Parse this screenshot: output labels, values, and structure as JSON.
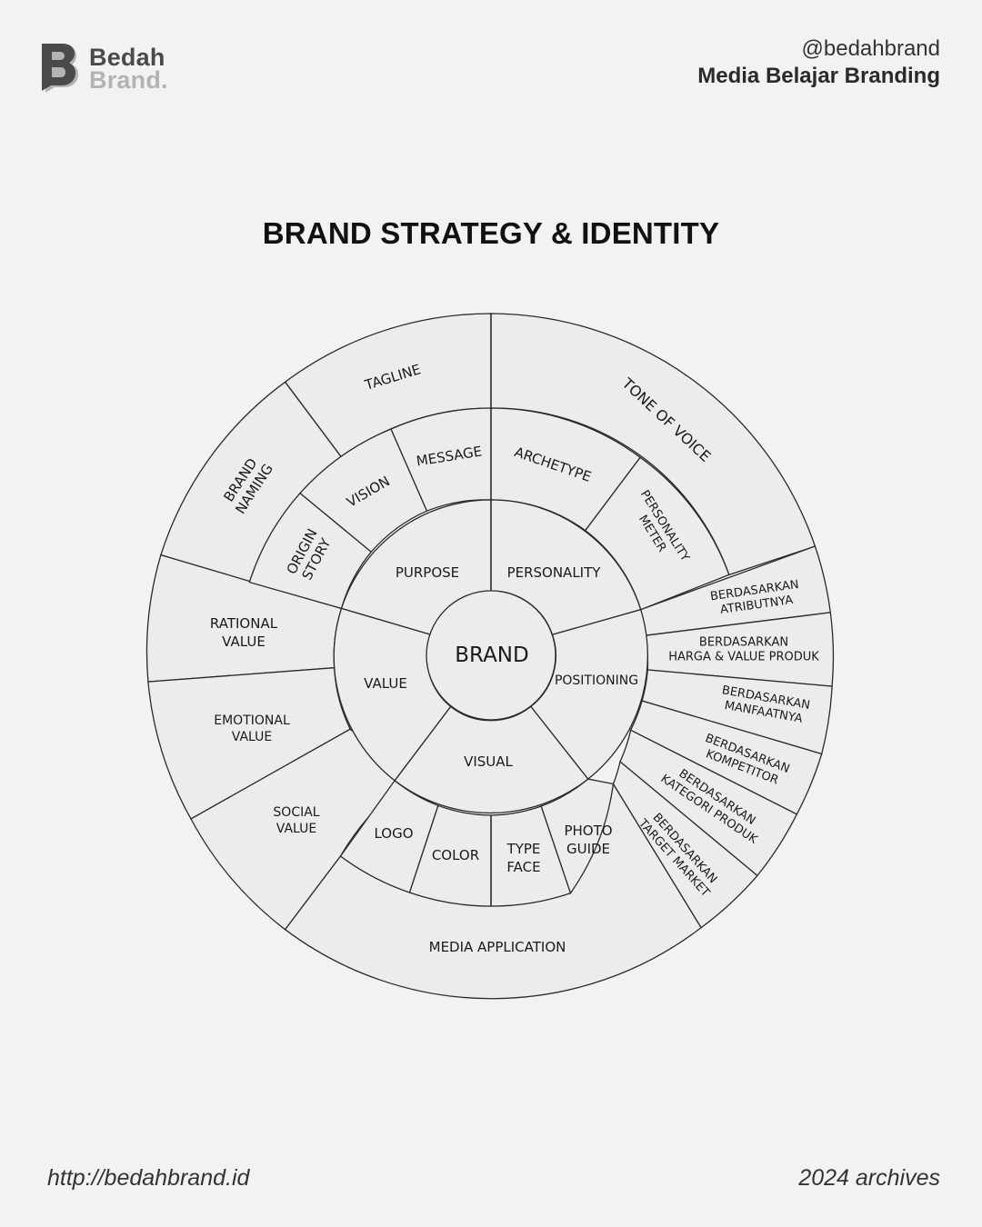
{
  "brand": {
    "name_top": "Bedah",
    "name_bottom": "Brand."
  },
  "header": {
    "handle": "@bedahbrand",
    "tagline": "Media Belajar Branding"
  },
  "title": "BRAND STRATEGY & IDENTITY",
  "diagram": {
    "center": "BRAND",
    "inner": {
      "purpose": "PURPOSE",
      "personality": "PERSONALITY",
      "positioning": "POSITIONING",
      "visual": "VISUAL",
      "value": "VALUE"
    },
    "middle": {
      "origin_story": [
        "ORIGIN",
        "STORY"
      ],
      "vision": "VISION",
      "message": "MESSAGE",
      "archetype": "ARCHETYPE",
      "personality_meter": [
        "PERSONALITY",
        "METER"
      ],
      "photo_guide": [
        "PHOTO",
        "GUIDE"
      ],
      "type_face": [
        "TYPE",
        "FACE"
      ],
      "color": "COLOR",
      "logo": "LOGO"
    },
    "outer": {
      "tagline": "TAGLINE",
      "tone_of_voice": "TONE OF VOICE",
      "brand_naming": [
        "BRAND",
        "NAMING"
      ],
      "rational_value": [
        "RATIONAL",
        "VALUE"
      ],
      "emotional_value": [
        "EMOTIONAL",
        "VALUE"
      ],
      "social_value": [
        "SOCIAL",
        "VALUE"
      ],
      "media_application": "MEDIA APPLICATION",
      "positioning_items": [
        [
          "BERDASARKAN",
          "ATRIBUTNYA"
        ],
        [
          "BERDASARKAN",
          "HARGA & VALUE PRODUK"
        ],
        [
          "BERDASARKAN",
          "MANFAATNYA"
        ],
        [
          "BERDASARKAN",
          "KOMPETITOR"
        ],
        [
          "BERDASARKAN",
          "KATEGORI PRODUK"
        ],
        [
          "BERDASARKAN",
          "TARGET MARKET"
        ]
      ]
    }
  },
  "footer": {
    "url": "http://bedahbrand.id",
    "archive": "2024 archives"
  }
}
